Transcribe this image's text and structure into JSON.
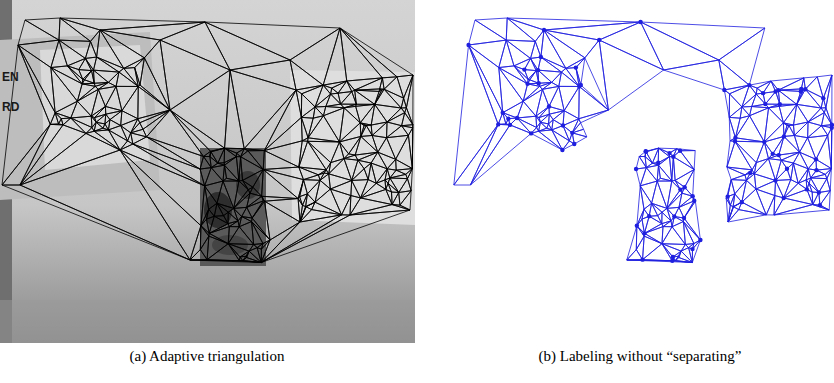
{
  "diagram": {
    "labels": [
      "EN",
      "RD",
      "(a) Adaptive triangulation",
      "(b) Labeling without “separating”"
    ]
  }
}
